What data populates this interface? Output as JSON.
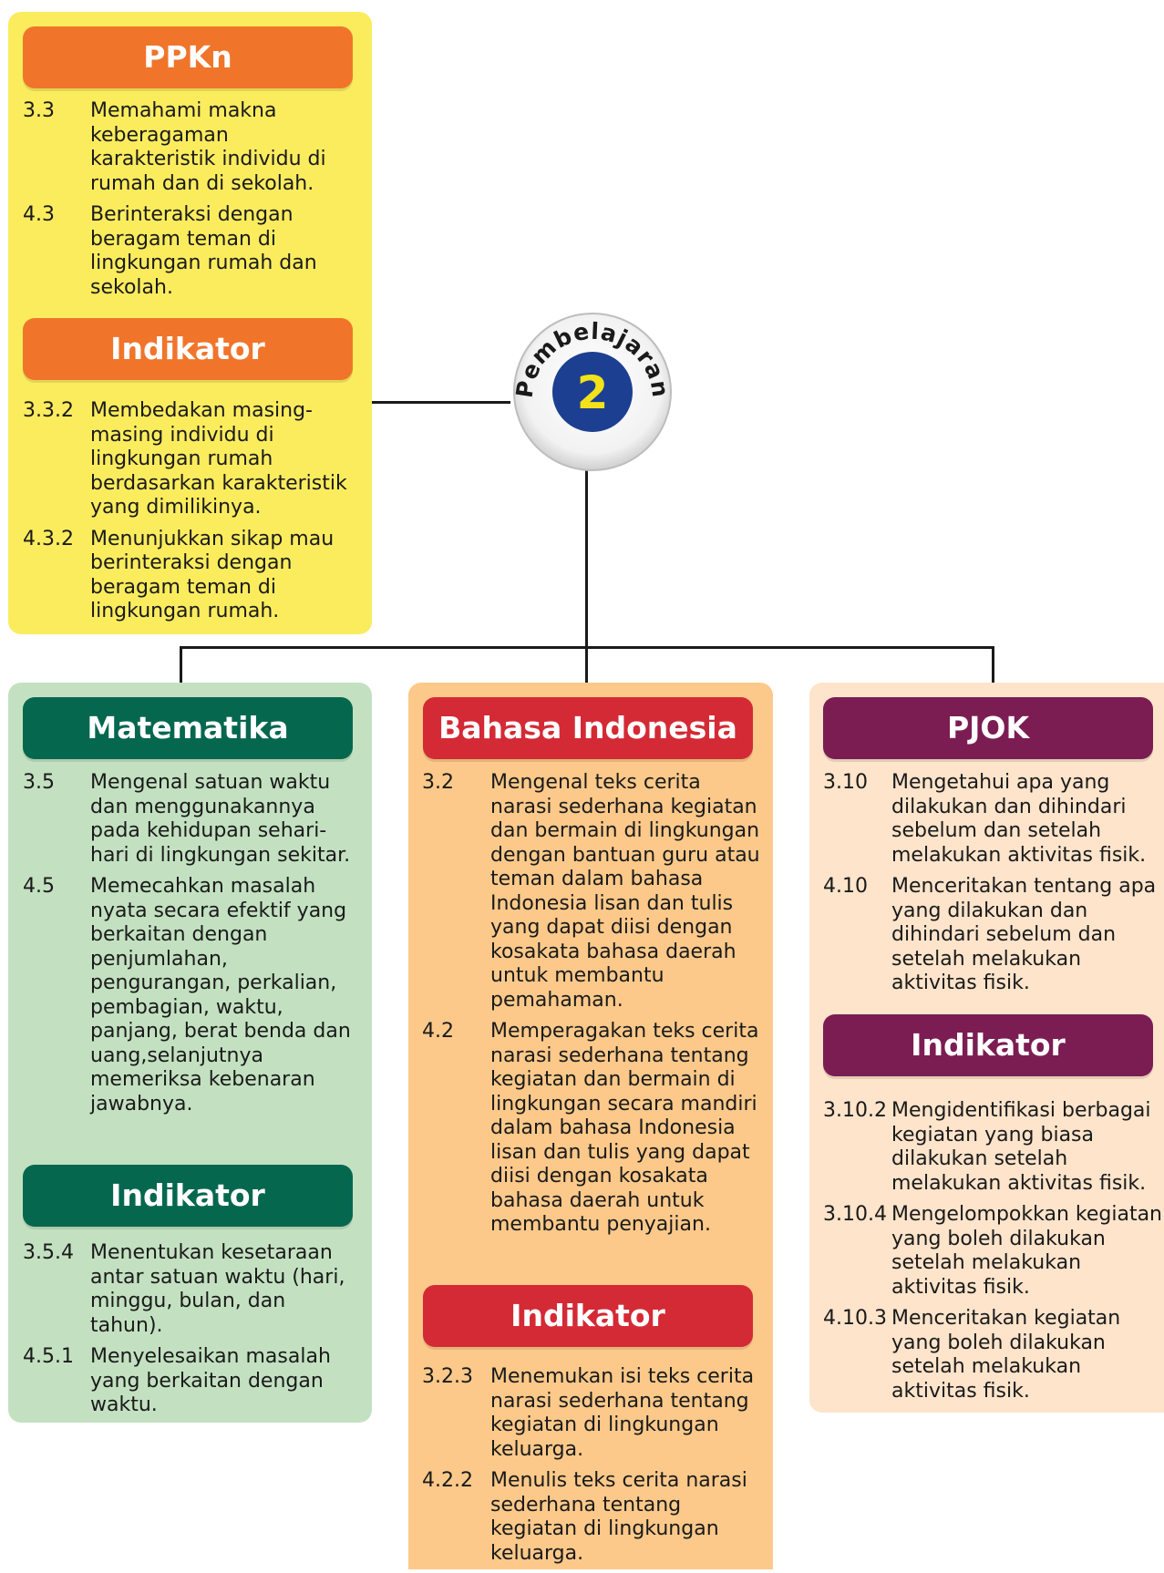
{
  "colors": {
    "ppkn_panel": "#fbec5e",
    "ppkn_header": "#f0752a",
    "mat_panel": "#c3e1c1",
    "mat_header": "#06674f",
    "bi_panel": "#fcc98a",
    "bi_header": "#d42a35",
    "pjok_panel": "#fde4cb",
    "pjok_header": "#7b1d53",
    "badge_inner": "#1c3f91",
    "badge_number": "#f2e21a"
  },
  "center_badge": {
    "label": "Pembelajaran",
    "number": "2"
  },
  "ppkn": {
    "title": "PPKn",
    "kd": [
      {
        "code": "3.3",
        "text": "Memahami makna keberagaman karakteristik individu di rumah dan di sekolah."
      },
      {
        "code": "4.3",
        "text": "Berinteraksi dengan beragam teman di lingkungan rumah dan sekolah."
      }
    ],
    "indikator_title": "Indikator",
    "indikator": [
      {
        "code": "3.3.2",
        "text": "Membedakan masing-masing individu di lingkungan rumah berdasarkan karakteristik yang dimilikinya."
      },
      {
        "code": "4.3.2",
        "text": "Menunjukkan sikap mau berinteraksi dengan beragam teman di lingkungan rumah."
      }
    ]
  },
  "matematika": {
    "title": "Matematika",
    "kd": [
      {
        "code": "3.5",
        "text": "Mengenal satuan waktu dan menggunakannya pada kehidupan sehari-hari di lingkungan sekitar."
      },
      {
        "code": "4.5",
        "text": "Memecahkan masalah nyata secara efektif yang berkaitan dengan penjumlahan, pengurangan, perkalian, pembagian, waktu, panjang, berat benda dan uang,selanjutnya memeriksa kebenaran jawabnya."
      }
    ],
    "indikator_title": "Indikator",
    "indikator": [
      {
        "code": "3.5.4",
        "text": "Menentukan kesetaraan antar satuan waktu (hari, minggu, bulan, dan tahun)."
      },
      {
        "code": "4.5.1",
        "text": "Menyelesaikan masalah yang berkaitan dengan waktu."
      }
    ]
  },
  "bahasa_indonesia": {
    "title": "Bahasa Indonesia",
    "kd": [
      {
        "code": "3.2",
        "text": "Mengenal teks cerita narasi sederhana kegiatan dan bermain di lingkungan dengan bantuan guru atau teman dalam bahasa Indonesia lisan dan tulis yang dapat diisi dengan kosakata bahasa daerah untuk membantu pemahaman."
      },
      {
        "code": "4.2",
        "text": "Memperagakan teks cerita narasi sederhana tentang kegiatan dan bermain di lingkungan secara mandiri dalam bahasa Indonesia lisan dan tulis yang dapat diisi dengan kosakata bahasa daerah untuk membantu penyajian."
      }
    ],
    "indikator_title": "Indikator",
    "indikator": [
      {
        "code": "3.2.3",
        "text": "Menemukan isi teks cerita narasi sederhana tentang kegiatan di lingkungan keluarga."
      },
      {
        "code": "4.2.2",
        "text": "Menulis teks cerita narasi sederhana  tentang kegiatan di lingkungan keluarga."
      }
    ]
  },
  "pjok": {
    "title": "PJOK",
    "kd": [
      {
        "code": "3.10",
        "text": "Mengetahui apa yang dilakukan dan dihindari sebelum dan setelah melakukan aktivitas fisik."
      },
      {
        "code": "4.10",
        "text": "Menceritakan tentang apa yang dilakukan dan dihindari sebelum dan setelah melakukan aktivitas fisik."
      }
    ],
    "indikator_title": "Indikator",
    "indikator": [
      {
        "code": "3.10.2",
        "text": "Mengidentifikasi berbagai kegiatan yang biasa dilakukan setelah melakukan aktivitas fisik."
      },
      {
        "code": "3.10.4",
        "text": "Mengelompokkan kegiatan yang boleh dilakukan setelah melakukan aktivitas fisik."
      },
      {
        "code": "4.10.3",
        "text": "Menceritakan kegiatan yang boleh dilakukan setelah  melakukan aktivitas fisik."
      }
    ]
  }
}
